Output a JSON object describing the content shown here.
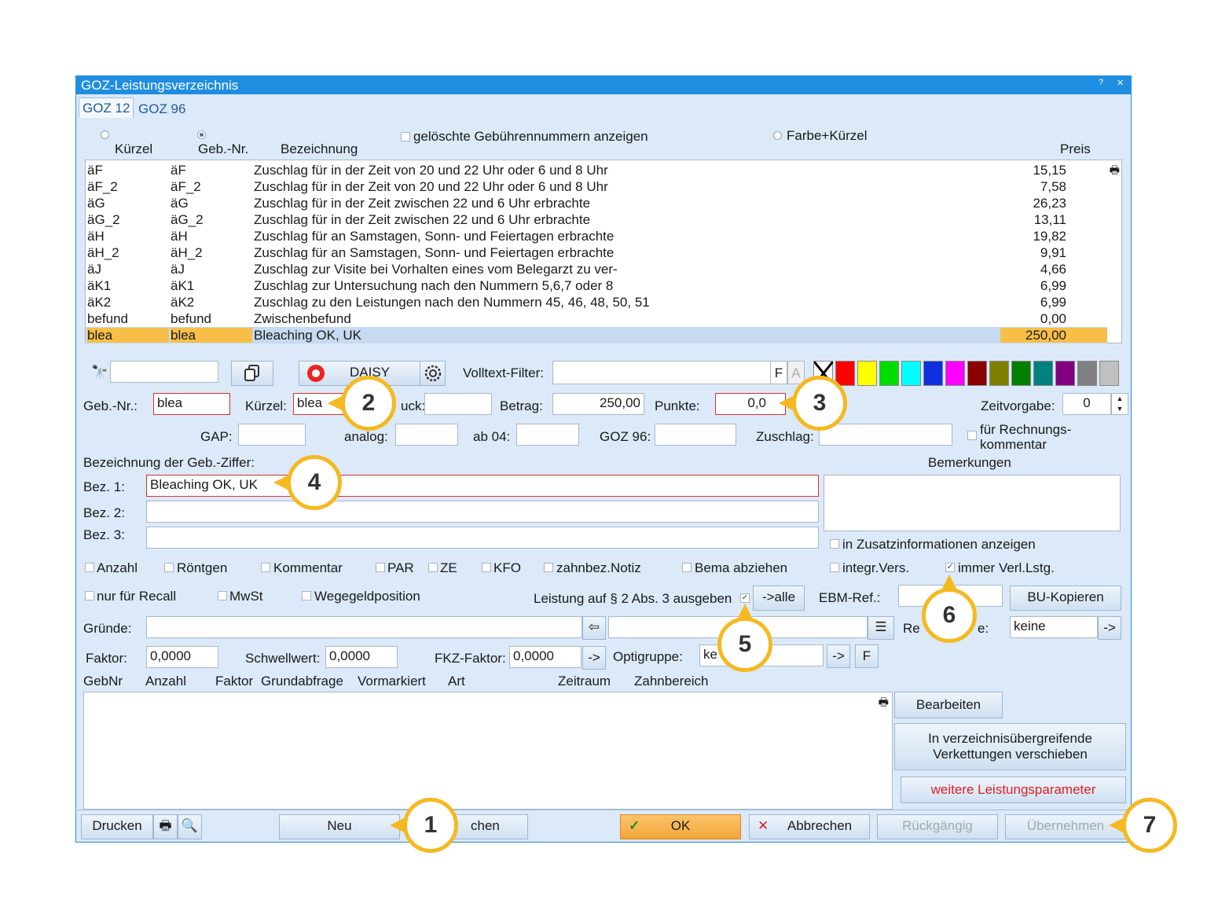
{
  "window": {
    "title": "GOZ-Leistungsverzeichnis",
    "help": "?",
    "close": "×"
  },
  "tabs": [
    {
      "label": "GOZ 12"
    },
    {
      "label": "GOZ 96"
    }
  ],
  "sort": {
    "kuerzel": "Kürzel",
    "gebnr": "Geb.-Nr.",
    "bezeichnung": "Bezeichnung",
    "preis": "Preis",
    "deleted_label": "gelöschte Gebührennummern anzeigen",
    "farbe_label": "Farbe+Kürzel"
  },
  "list": {
    "rows": [
      {
        "k": "äF",
        "g": "äF",
        "b": "Zuschlag für in der Zeit von 20 und 22 Uhr oder 6 und 8 Uhr",
        "p": "15,15"
      },
      {
        "k": "äF_2",
        "g": "äF_2",
        "b": "Zuschlag für in der Zeit von 20 und 22 Uhr oder 6 und 8 Uhr",
        "p": "7,58"
      },
      {
        "k": "äG",
        "g": "äG",
        "b": "Zuschlag für in der Zeit zwischen 22 und 6 Uhr erbrachte",
        "p": "26,23"
      },
      {
        "k": "äG_2",
        "g": "äG_2",
        "b": "Zuschlag für in der Zeit zwischen 22 und 6 Uhr erbrachte",
        "p": "13,11"
      },
      {
        "k": "äH",
        "g": "äH",
        "b": "Zuschlag für an Samstagen, Sonn- und Feiertagen erbrachte",
        "p": "19,82"
      },
      {
        "k": "äH_2",
        "g": "äH_2",
        "b": "Zuschlag für an Samstagen, Sonn- und Feiertagen erbrachte",
        "p": "9,91"
      },
      {
        "k": "äJ",
        "g": "äJ",
        "b": "Zuschlag zur Visite bei Vorhalten eines vom Belegarzt zu ver-",
        "p": "4,66"
      },
      {
        "k": "äK1",
        "g": "äK1",
        "b": "Zuschlag zur Untersuchung nach den Nummern 5,6,7 oder 8",
        "p": "6,99"
      },
      {
        "k": "äK2",
        "g": "äK2",
        "b": "Zuschlag zu den Leistungen nach den Nummern 45, 46, 48, 50, 51",
        "p": "6,99"
      },
      {
        "k": "befund",
        "g": "befund",
        "b": "Zwischenbefund",
        "p": "0,00"
      },
      {
        "k": "blea",
        "g": "blea",
        "b": "Bleaching OK, UK",
        "p": "250,00"
      }
    ]
  },
  "toolbar": {
    "daisy": "DAISY",
    "volltext_label": "Volltext-Filter:",
    "f": "F",
    "a": "A"
  },
  "colors": [
    "#ffffff",
    "#ff0000",
    "#ffff00",
    "#00dd00",
    "#00ffff",
    "#1030e0",
    "#ff00ff",
    "#8b0000",
    "#808000",
    "#008000",
    "#008080",
    "#800080",
    "#808080",
    "#c0c0c0"
  ],
  "fields": {
    "gebnr_label": "Geb.-Nr.:",
    "gebnr": "blea",
    "kuerzel_label": "Kürzel:",
    "kuerzel": "blea",
    "druck_label": "uck:",
    "betrag_label": "Betrag:",
    "betrag": "250,00",
    "punkte_label": "Punkte:",
    "punkte": "0,0",
    "zeit_label": "Zeitvorgabe:",
    "zeit": "0",
    "gap_label": "GAP:",
    "analog_label": "analog:",
    "ab04_label": "ab 04:",
    "goz96_label": "GOZ 96:",
    "zuschlag_label": "Zuschlag:",
    "rechnung_label": "für Rechnungs-\nkommentar",
    "bez_header": "Bezeichnung der Geb.-Ziffer:",
    "bemerkungen": "Bemerkungen",
    "bez1_label": "Bez. 1:",
    "bez1": "Bleaching OK, UK",
    "bez2_label": "Bez. 2:",
    "bez3_label": "Bez. 3:",
    "zusatz": "in Zusatzinformationen anzeigen"
  },
  "checks": {
    "anzahl": "Anzahl",
    "roentgen": "Röntgen",
    "kommentar": "Kommentar",
    "par": "PAR",
    "ze": "ZE",
    "kfo": "KFO",
    "notiz": "zahnbez.Notiz",
    "bema": "Bema abziehen",
    "integr": "integr.Vers.",
    "immer": "immer Verl.Lstg.",
    "recall": "nur für Recall",
    "mwst": "MwSt",
    "wegegeld": "Wegegeldposition",
    "leistung": "Leistung auf § 2 Abs. 3 ausgeben",
    "alle": "->alle",
    "ebm": "EBM-Ref.:",
    "bu": "BU-Kopieren"
  },
  "gruende": {
    "label": "Gründe:",
    "re": "Re",
    "e": "e:",
    "keine": "keine",
    "arrow": "->"
  },
  "faktor": {
    "label": "Faktor:",
    "value": "0,0000",
    "schwell_label": "Schwellwert:",
    "schwell": "0,0000",
    "fkz_label": "FKZ-Faktor:",
    "fkz": "0,0000",
    "arrow": "->",
    "opti_label": "Optigruppe:",
    "opti": "ke",
    "f": "F"
  },
  "grid": {
    "cols": [
      "GebNr",
      "Anzahl",
      "Faktor",
      "Grundabfrage",
      "Vormarkiert",
      "Art",
      "Zeitraum",
      "Zahnbereich"
    ]
  },
  "side": {
    "bearbeiten": "Bearbeiten",
    "verketten": "In verzeichnisübergreifende\nVerkettungen verschieben",
    "weitere": "weitere Leistungsparameter"
  },
  "bottom": {
    "drucken": "Drucken",
    "neu": "Neu",
    "loeschen": "chen",
    "ok": "OK",
    "abbrechen": "Abbrechen",
    "rueck": "Rückgängig",
    "uebernehmen": "Übernehmen"
  },
  "callouts": [
    "1",
    "2",
    "3",
    "4",
    "5",
    "6",
    "7"
  ]
}
